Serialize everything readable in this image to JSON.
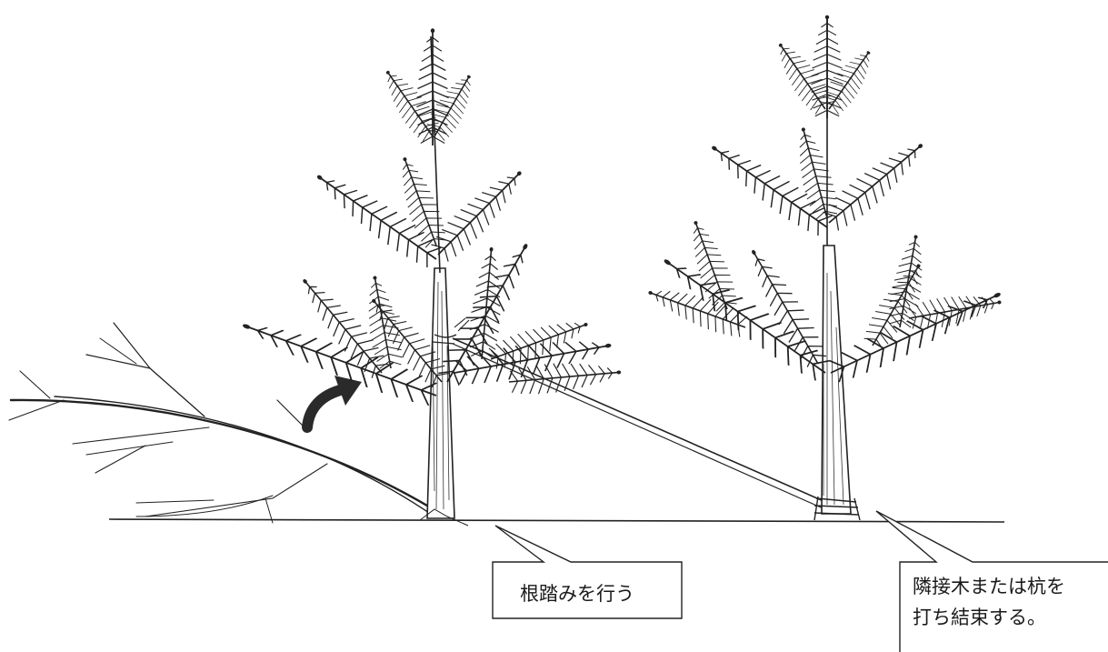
{
  "callouts": {
    "root_tamping": "根踏みを行う",
    "tie_line1": "隣接木または杭を",
    "tie_line2": "打ち結束する。"
  },
  "colors": {
    "ink": "#222222",
    "arrow": "#2a2a2a",
    "background": "#ffffff"
  },
  "icons": {
    "left_tree": "young-pine-tree-icon",
    "right_tree": "young-pine-tree-icon",
    "fallen_branch": "fallen-tree-icon",
    "arrow": "curved-arrow-icon"
  }
}
